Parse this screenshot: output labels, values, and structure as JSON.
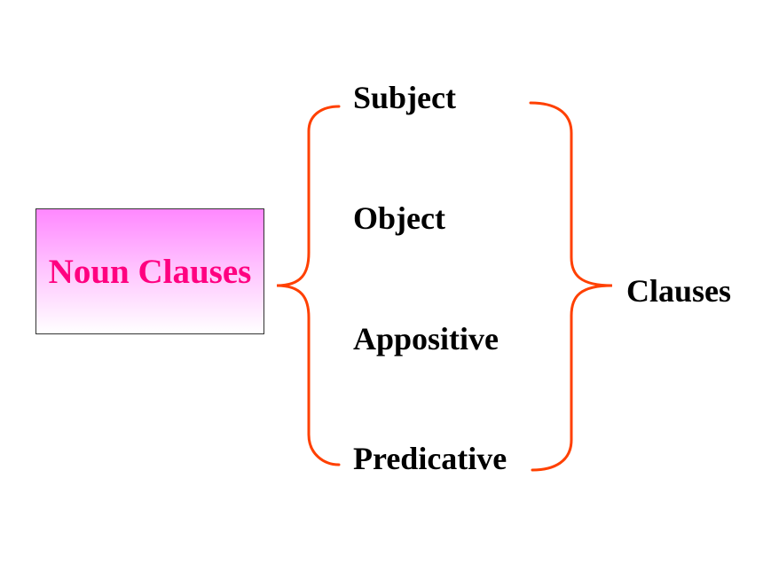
{
  "source": {
    "label": "Noun Clauses",
    "text_color": "#ff0080"
  },
  "items": [
    {
      "label": "Subject"
    },
    {
      "label": "Object"
    },
    {
      "label": "Appositive"
    },
    {
      "label": "Predicative"
    }
  ],
  "result": {
    "label": "Clauses"
  },
  "colors": {
    "brace": "#ff4000",
    "box_top": "#ff88ff",
    "box_bottom": "#ffffff"
  }
}
